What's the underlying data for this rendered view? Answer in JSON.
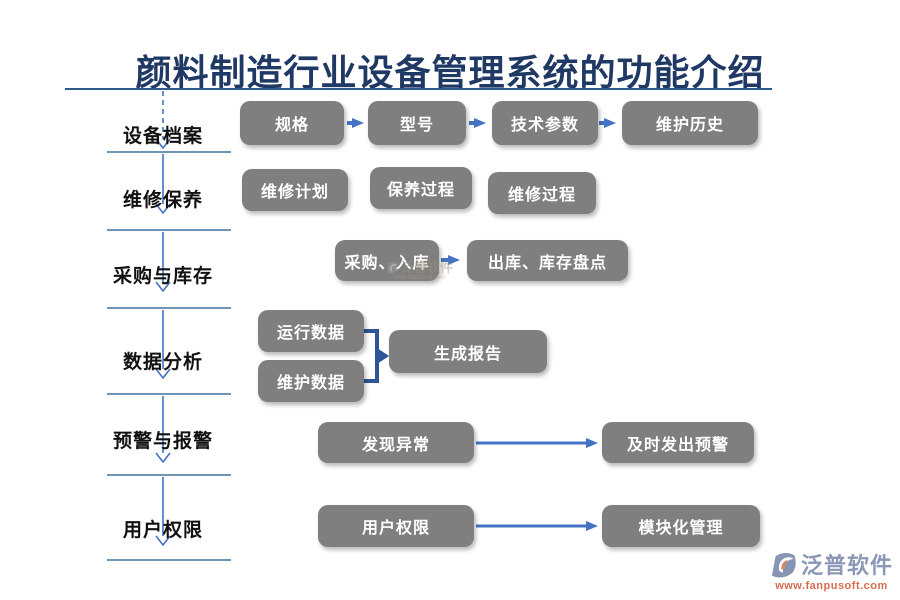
{
  "title": "颜料制造行业设备管理系统的功能介绍",
  "rows": [
    {
      "label": "设备档案",
      "boxes": [
        "规格",
        "型号",
        "技术参数",
        "维护历史"
      ]
    },
    {
      "label": "维修保养",
      "boxes": [
        "维修计划",
        "保养过程",
        "维修过程"
      ]
    },
    {
      "label": "采购与库存",
      "boxes": [
        "采购、入库",
        "出库、库存盘点"
      ]
    },
    {
      "label": "数据分析",
      "boxes": [
        "运行数据",
        "维护数据",
        "生成报告"
      ]
    },
    {
      "label": "预警与报警",
      "boxes": [
        "发现异常",
        "及时发出预警"
      ]
    },
    {
      "label": "用户权限",
      "boxes": [
        "用户权限",
        "模块化管理"
      ]
    }
  ],
  "watermark": {
    "text": "泛普软件",
    "subtext": "www.fanpusoft.com"
  },
  "logo": {
    "brand": "泛普软件",
    "url": "www.fanpusoft.com"
  },
  "colors": {
    "title": "#1F3864",
    "box_fill": "#7F7F7F",
    "box_text": "#FFFFFF",
    "arrow_blue": "#4472C4",
    "bracket_blue": "#2F5597",
    "separator_blue": "#41719C",
    "logo_text": "#8A97B5",
    "logo_url": "#D96C50"
  }
}
